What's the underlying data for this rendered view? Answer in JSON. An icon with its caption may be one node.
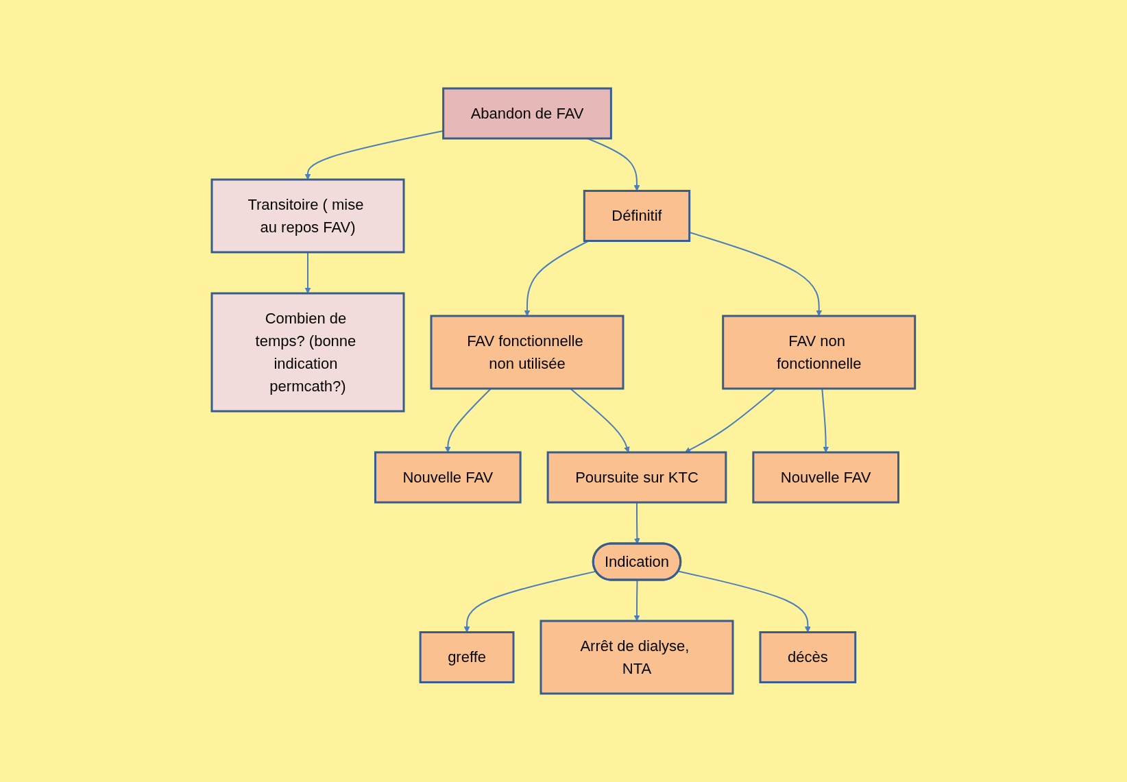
{
  "diagram": {
    "nodes": [
      {
        "text": [
          "Abandon de FAV"
        ]
      },
      {
        "text": [
          "Transitoire ( mise au repos FAV)"
        ]
      },
      {
        "text": [
          "Définitif"
        ]
      },
      {
        "text": [
          "Combien de temps? (bonne indication permcath?)"
        ]
      },
      {
        "text": [
          "FAV fonctionnelle non utilisée"
        ]
      },
      {
        "text": [
          "FAV non fonctionnelle"
        ]
      },
      {
        "text": [
          "Nouvelle FAV"
        ]
      },
      {
        "text": [
          "Poursuite sur KTC"
        ]
      },
      {
        "text": [
          "Nouvelle FAV"
        ]
      },
      {
        "text": [
          "Indication"
        ]
      },
      {
        "text": [
          "greffe"
        ]
      },
      {
        "text": [
          "Arrêt de dialyse, NTA"
        ]
      },
      {
        "text": [
          "décès"
        ]
      }
    ],
    "edges": [
      {
        "from": 0,
        "to": 1,
        "arrow": "to"
      },
      {
        "from": 0,
        "to": 2,
        "arrow": "to"
      },
      {
        "from": 1,
        "to": 3,
        "arrow": "to"
      },
      {
        "from": 2,
        "to": 4,
        "arrow": "to"
      },
      {
        "from": 2,
        "to": 5,
        "arrow": "to"
      },
      {
        "from": 4,
        "to": 6,
        "arrow": "to"
      },
      {
        "from": 4,
        "to": 7,
        "arrow": "to"
      },
      {
        "from": 5,
        "to": 7,
        "arrow": "to"
      },
      {
        "from": 5,
        "to": 8,
        "arrow": "to"
      },
      {
        "from": 7,
        "to": 9,
        "arrow": "to"
      },
      {
        "from": 9,
        "to": 10,
        "arrow": "to"
      },
      {
        "from": 9,
        "to": 11,
        "arrow": "to"
      },
      {
        "from": 9,
        "to": 12,
        "arrow": "to"
      }
    ]
  }
}
